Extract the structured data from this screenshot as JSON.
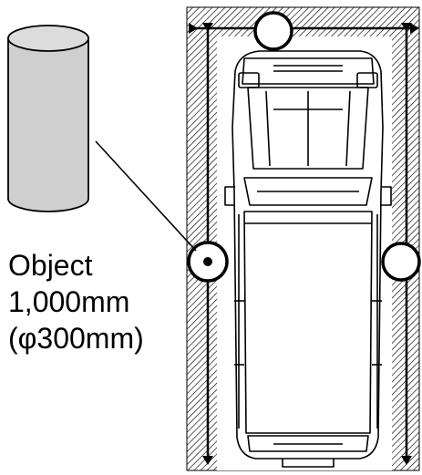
{
  "object_label": {
    "line1": "Object",
    "line2": "1,000mm",
    "line3": "(φ300mm)"
  },
  "colors": {
    "ink": "#000000",
    "cylinder_fill": "#cfcfcf",
    "background": "#ffffff"
  },
  "icons": {
    "object": "cylinder-icon",
    "vehicle": "car-top-view-icon"
  }
}
